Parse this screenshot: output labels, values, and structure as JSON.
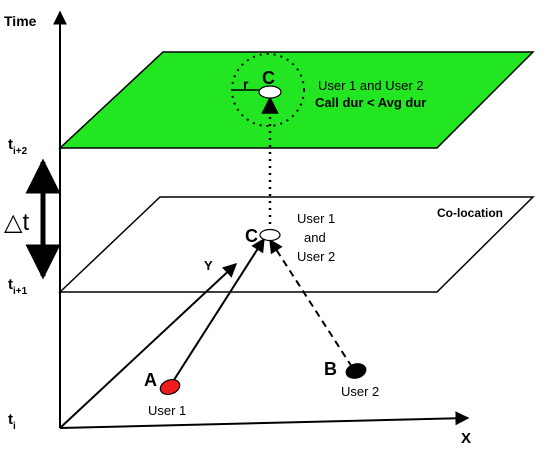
{
  "axes": {
    "time_label": "Time",
    "x_label": "X",
    "y_label": "Y"
  },
  "ticks": {
    "ti": {
      "base": "t",
      "sub": "i"
    },
    "ti1": {
      "base": "t",
      "sub": "i+1"
    },
    "ti2": {
      "base": "t",
      "sub": "i+2"
    }
  },
  "delta_t": "△t",
  "planes": {
    "middle_label": "Co-location",
    "top_line1": "User 1 and User 2",
    "top_line2": "Call dur < Avg dur"
  },
  "points": {
    "a_letter": "A",
    "a_user": "User 1",
    "b_letter": "B",
    "b_user": "User 2",
    "c_mid_letter": "C",
    "c_mid_line1": "User 1",
    "c_mid_line2": "and",
    "c_mid_line3": "User 2",
    "c_top_letter": "C",
    "r_label": "r"
  },
  "colors": {
    "top_plane_fill": "#22e622",
    "point_a": "#ee1c1c",
    "point_b": "#000000",
    "point_c": "#ffffff",
    "stroke": "#000000"
  }
}
